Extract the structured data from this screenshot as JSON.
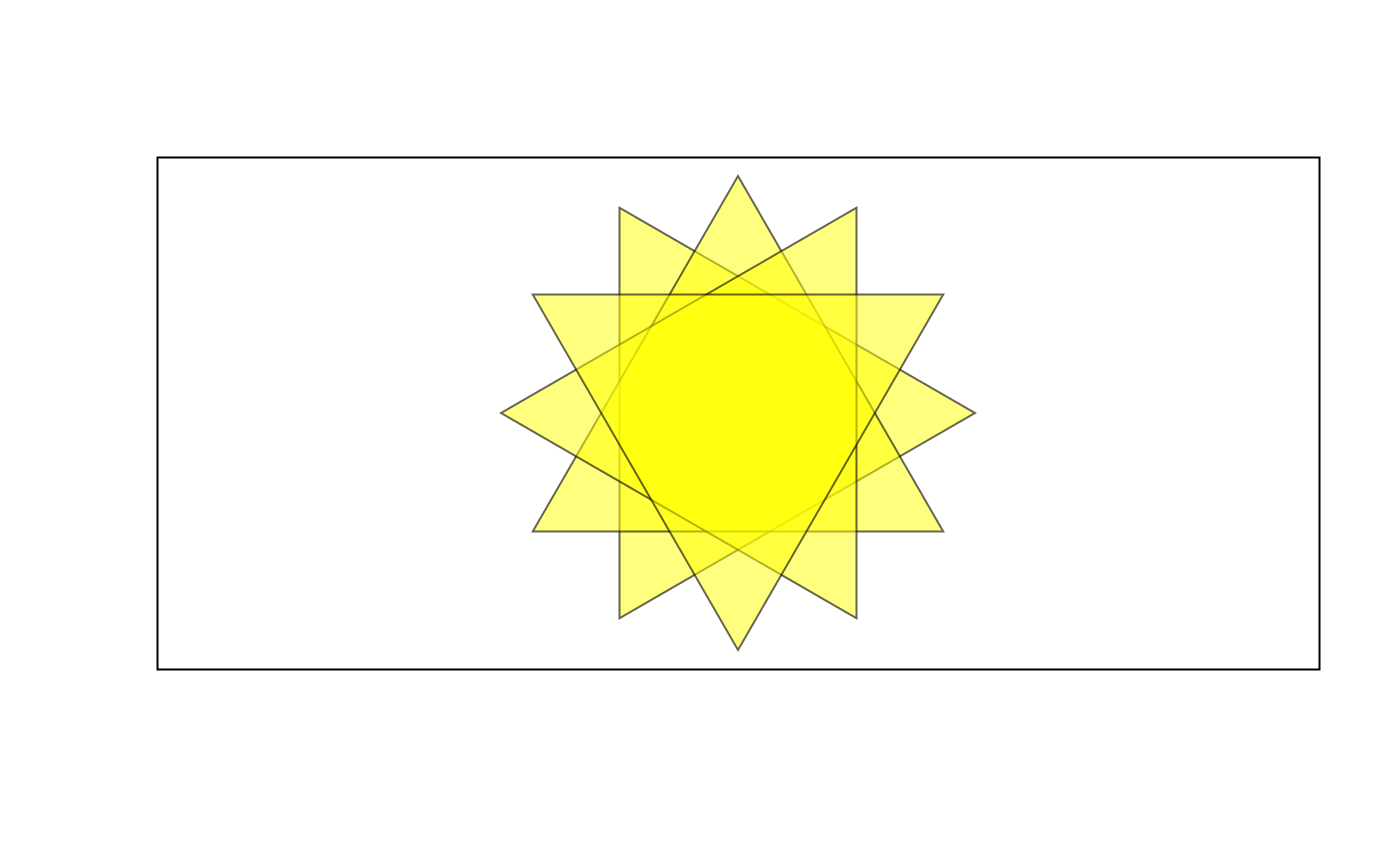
{
  "figure": {
    "background": "#ffffff",
    "frame_stroke": "#000000",
    "shapes": [
      {
        "kind": "triangle",
        "fill": "#ffff00",
        "fill_opacity": 0.5,
        "stroke": "#000000",
        "rotation_deg": 90
      },
      {
        "kind": "triangle",
        "fill": "#ffff00",
        "fill_opacity": 0.5,
        "stroke": "#000000",
        "rotation_deg": 0
      },
      {
        "kind": "triangle",
        "fill": "#ffff00",
        "fill_opacity": 0.5,
        "stroke": "#000000",
        "rotation_deg": 30
      },
      {
        "kind": "triangle",
        "fill": "#ffff00",
        "fill_opacity": 0.5,
        "stroke": "#000000",
        "rotation_deg": 60
      }
    ]
  }
}
